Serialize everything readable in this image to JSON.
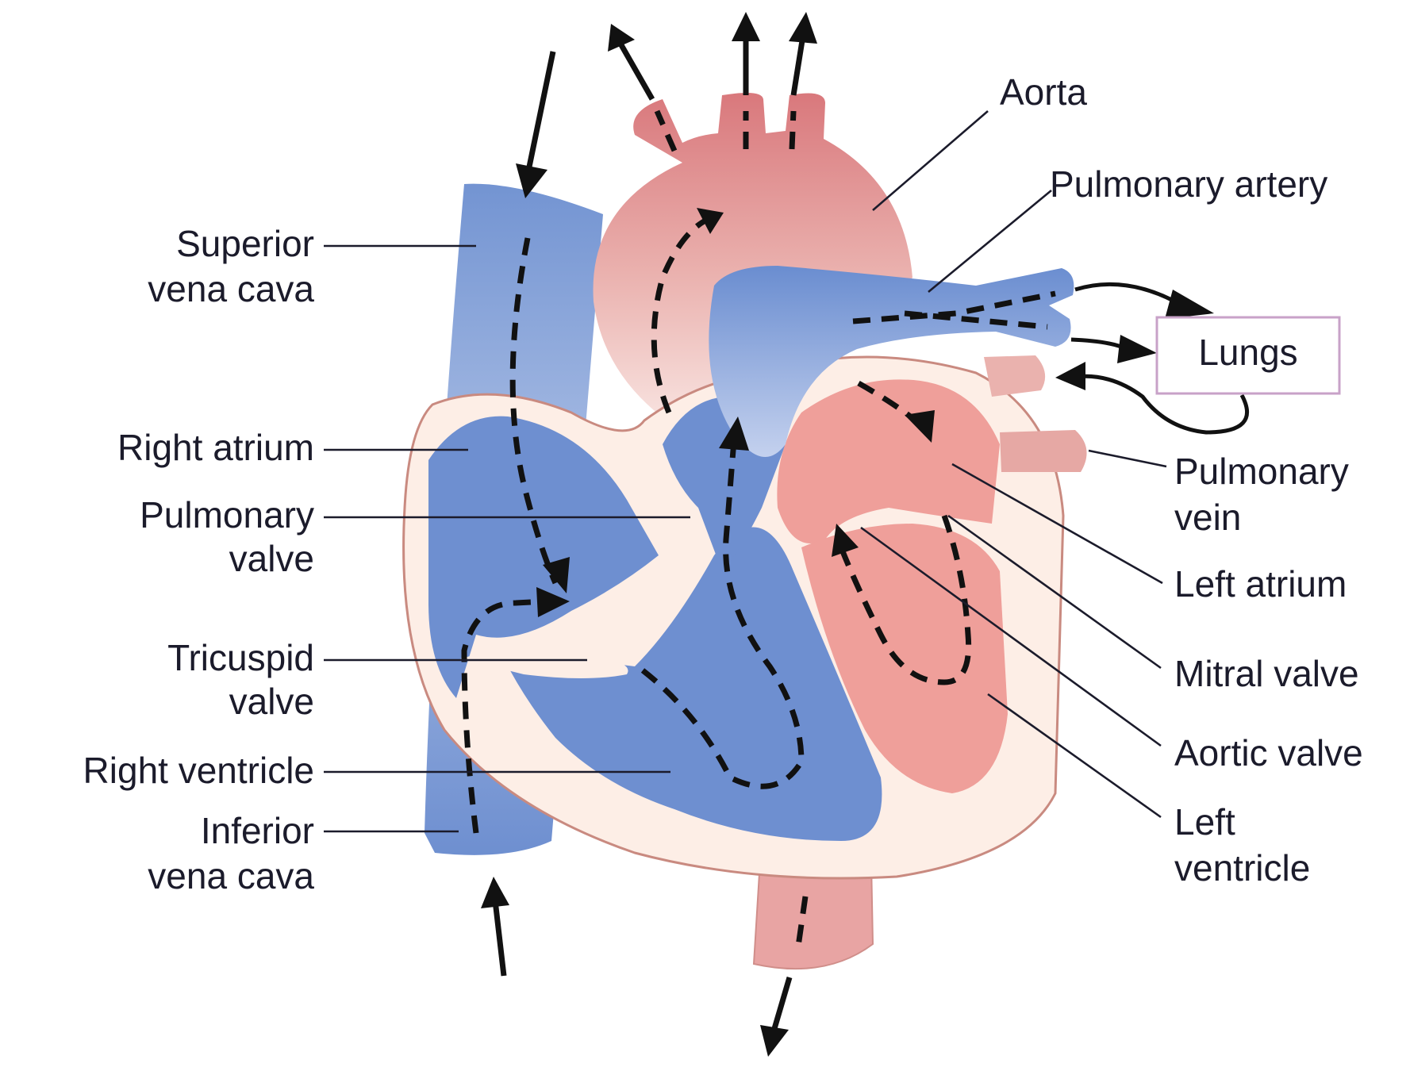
{
  "diagram": {
    "colors": {
      "deoxygenated": "#6e8fd0",
      "oxygenated": "#ee9f99",
      "wall": "#fdeee6",
      "outline": "#c98a80"
    },
    "lungs_box": {
      "label": "Lungs",
      "border_color": "#c8a2c8"
    },
    "labels": {
      "aorta": "Aorta",
      "pulmonary_artery": "Pulmonary artery",
      "superior_vena_cava": [
        "Superior",
        "vena cava"
      ],
      "right_atrium": "Right atrium",
      "pulmonary_valve": [
        "Pulmonary",
        "valve"
      ],
      "tricuspid_valve": [
        "Tricuspid",
        "valve"
      ],
      "right_ventricle": "Right ventricle",
      "inferior_vena_cava": [
        "Inferior",
        "vena cava"
      ],
      "pulmonary_vein": [
        "Pulmonary",
        "vein"
      ],
      "left_atrium": "Left atrium",
      "mitral_valve": "Mitral valve",
      "aortic_valve": "Aortic valve",
      "left_ventricle": [
        "Left",
        "ventricle"
      ]
    }
  }
}
